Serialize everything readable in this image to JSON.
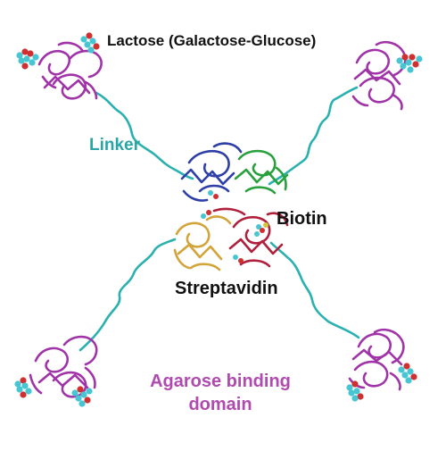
{
  "labels": {
    "title": "Lactose (Galactose-Glucose)",
    "linker": "Linker",
    "biotin": "Biotin",
    "streptavidin": "Streptavidin",
    "agarose_line1": "Agarose binding",
    "agarose_line2": "domain"
  },
  "colors": {
    "agarose_domain": "#a033a8",
    "linker": "#2bb0b0",
    "strep_blue": "#2e3fa8",
    "strep_green": "#28a03c",
    "strep_gold": "#d2a43a",
    "strep_red": "#b0203c",
    "sugar_carbon": "#46c6d2",
    "sugar_oxygen": "#d03030",
    "agarose_label": "#b04ab0",
    "linker_label": "#2aa5a5"
  }
}
